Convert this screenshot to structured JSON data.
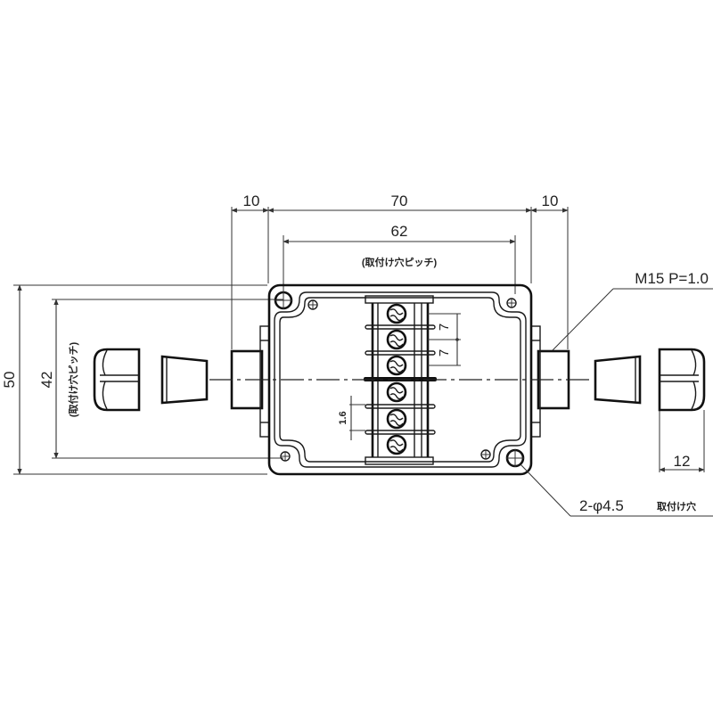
{
  "drawing": {
    "title": "Junction box with terminal block and cable glands - dimensional drawing",
    "units": "mm",
    "dimensions": {
      "gland_left_length": "10",
      "body_width": "70",
      "gland_right_length": "10",
      "mount_hole_pitch_horizontal": "62",
      "mount_hole_pitch_horizontal_note": "(取付け穴ピッチ)",
      "body_height": "50",
      "mount_hole_pitch_vertical": "42",
      "mount_hole_pitch_vertical_note": "(取付け穴ピッチ)",
      "terminal_pitch_1": "7",
      "terminal_pitch_2": "7",
      "terminal_spacing": "1.6",
      "nut_length": "12"
    },
    "labels": {
      "thread_spec": "M15  P=1.0",
      "mount_holes": "2-φ4.5",
      "mount_holes_note": "取付け穴"
    },
    "terminal_block": {
      "terminal_count": 6
    }
  }
}
